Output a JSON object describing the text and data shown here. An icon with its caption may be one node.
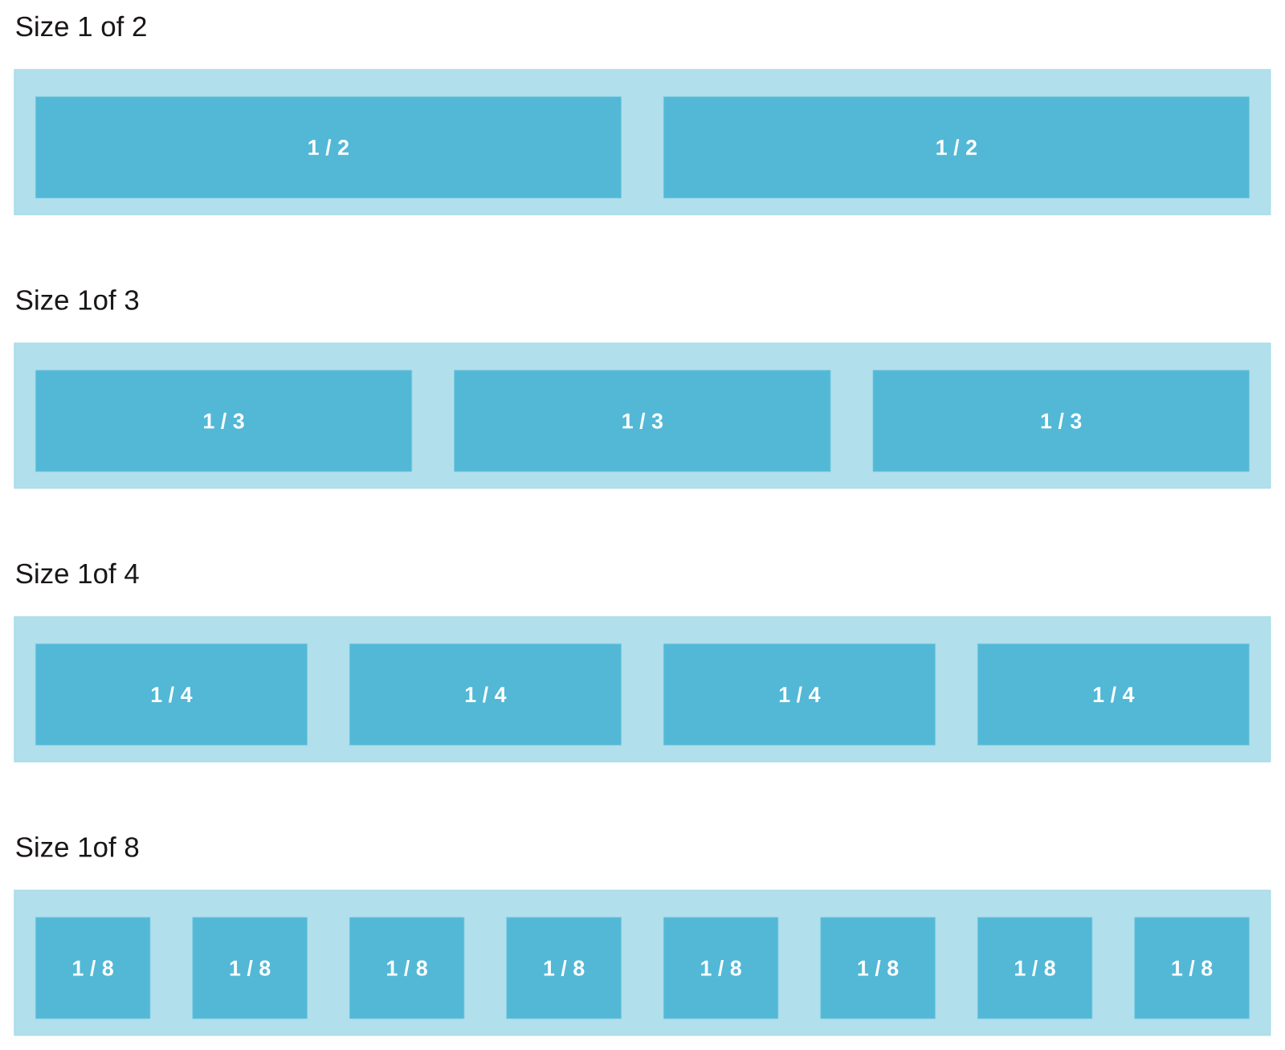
{
  "diagram": {
    "nodes": [
      {
        "text": [
          "Size 1 of 2"
        ]
      },
      {
        "text": [
          "1 / 2"
        ],
        "in": 0
      },
      {
        "text": [
          "1 / 2"
        ],
        "in": 0
      },
      {
        "text": [
          "Size 1of 3"
        ]
      },
      {
        "text": [
          "1 / 3"
        ],
        "in": 3
      },
      {
        "text": [
          "1 / 3"
        ],
        "in": 3
      },
      {
        "text": [
          "1 / 3"
        ],
        "in": 3
      },
      {
        "text": [
          "Size 1of 4"
        ]
      },
      {
        "text": [
          "1 / 4"
        ],
        "in": 7
      },
      {
        "text": [
          "1 / 4"
        ],
        "in": 7
      },
      {
        "text": [
          "1 / 4"
        ],
        "in": 7
      },
      {
        "text": [
          "1 / 4"
        ],
        "in": 7
      },
      {
        "text": [
          "Size 1of 8"
        ]
      },
      {
        "text": [
          "1 / 8"
        ],
        "in": 12
      },
      {
        "text": [
          "1 / 8"
        ],
        "in": 12
      },
      {
        "text": [
          "1 / 8"
        ],
        "in": 12
      },
      {
        "text": [
          "1 / 8"
        ],
        "in": 12
      },
      {
        "text": [
          "1 / 8"
        ],
        "in": 12
      },
      {
        "text": [
          "1 / 8"
        ],
        "in": 12
      },
      {
        "text": [
          "1 / 8"
        ],
        "in": 12
      },
      {
        "text": [
          "1 / 8"
        ],
        "in": 12
      }
    ]
  }
}
